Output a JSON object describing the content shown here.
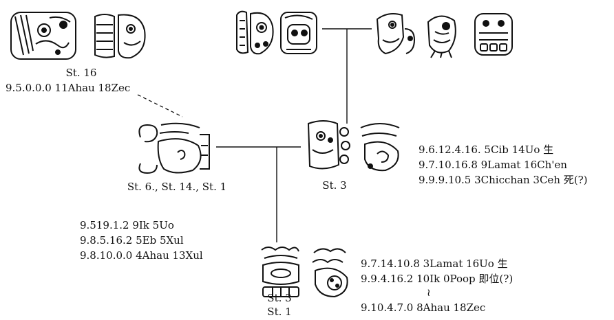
{
  "colors": {
    "ink": "#111111",
    "paper": "#ffffff"
  },
  "stela16": {
    "label": "St. 16",
    "date": "9.5.0.0.0 11Ahau 18Zec"
  },
  "stela6": {
    "label": "St. 6., St. 14., St. 1",
    "dates": [
      "9.519.1.2 9Ik 5Uo",
      "9.8.5.16.2 5Eb 5Xul",
      "9.8.10.0.0 4Ahau 13Xul"
    ]
  },
  "stela3_upper": {
    "label": "St. 3",
    "dates": [
      "9.6.12.4.16. 5Cib 14Uo 生",
      "9.7.10.16.8 9Lamat 16Ch'en",
      "9.9.9.10.5 3Chicchan 3Ceh 死(?)"
    ]
  },
  "stela3_lower": {
    "label_1": "St. 3",
    "label_2": "St. 1",
    "dates": [
      "9.7.14.10.8 3Lamat 16Uo 生",
      "9.9.4.16.2 10Ik 0Poop 即位(?)",
      "≀",
      "9.10.4.7.0 8Ahau 18Zec"
    ]
  },
  "glyph_icons": {
    "top_left_a": "maya-name-glyph-icon",
    "top_left_b": "maya-name-glyph-icon",
    "top_center_a": "maya-name-glyph-icon",
    "top_center_b": "maya-name-glyph-icon",
    "top_right_a": "maya-name-glyph-icon",
    "top_right_b": "maya-name-glyph-icon",
    "top_right_c": "maya-name-glyph-icon",
    "mid_left": "maya-name-glyph-icon",
    "mid_right_a": "maya-name-glyph-icon",
    "mid_right_b": "maya-name-glyph-icon",
    "bottom_a": "maya-name-glyph-icon",
    "bottom_b": "maya-name-glyph-icon"
  }
}
